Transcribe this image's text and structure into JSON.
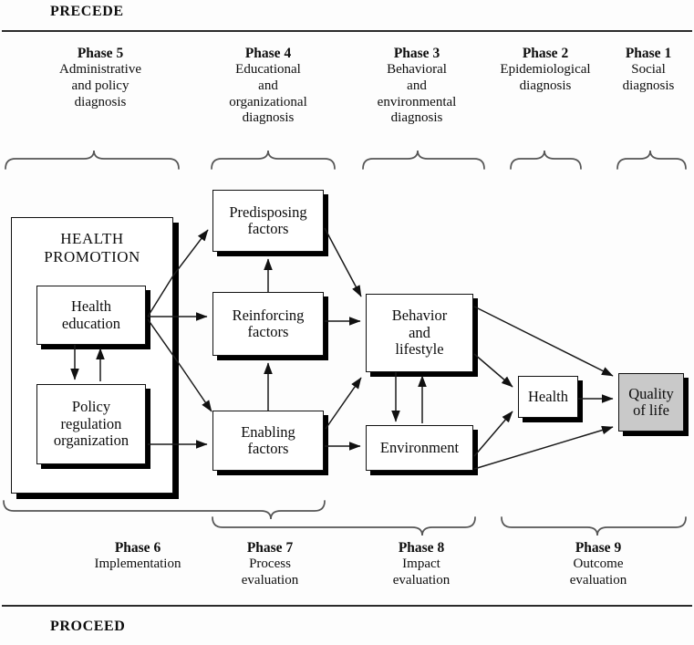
{
  "figure": {
    "top_label": "PRECEDE",
    "bottom_label": "PROCEED"
  },
  "top_phases": [
    {
      "title": "Phase 5",
      "desc": "Administrative\nand policy\ndiagnosis"
    },
    {
      "title": "Phase 4",
      "desc": "Educational\nand\norganizational\ndiagnosis"
    },
    {
      "title": "Phase 3",
      "desc": "Behavioral\nand\nenvironmental\ndiagnosis"
    },
    {
      "title": "Phase 2",
      "desc": "Epidemiological\ndiagnosis"
    },
    {
      "title": "Phase 1",
      "desc": "Social\ndiagnosis"
    }
  ],
  "bottom_phases": [
    {
      "title": "Phase 6",
      "desc": "Implementation"
    },
    {
      "title": "Phase 7",
      "desc": "Process\nevaluation"
    },
    {
      "title": "Phase 8",
      "desc": "Impact\nevaluation"
    },
    {
      "title": "Phase 9",
      "desc": "Outcome\nevaluation"
    }
  ],
  "boxes": {
    "health_promotion": "HEALTH\nPROMOTION",
    "health_education": "Health\neducation",
    "policy": "Policy\nregulation\norganization",
    "predisposing": "Predisposing\nfactors",
    "reinforcing": "Reinforcing\nfactors",
    "enabling": "Enabling\nfactors",
    "behavior": "Behavior\nand\nlifestyle",
    "environment": "Environment",
    "health": "Health",
    "quality_of_life": "Quality\nof life"
  },
  "colors": {
    "ink": "#111111",
    "rule": "#2b2b2b",
    "quality_fill": "#c9c9c9",
    "bracket": "#555555",
    "page": "#fdfdfd"
  }
}
